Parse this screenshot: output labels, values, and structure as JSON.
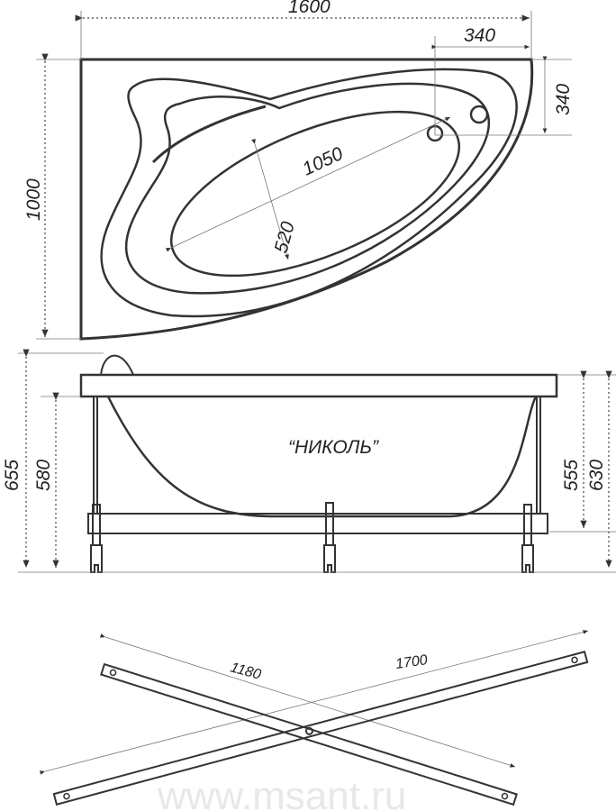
{
  "top_view": {
    "width": "1600",
    "drain_offset_x": "340",
    "drain_offset_y": "340",
    "depth": "1000",
    "inner_length": "1050",
    "inner_width": "520"
  },
  "side_view": {
    "model_name": "“НИКОЛЬ”",
    "total_height": "655",
    "rim_height": "580",
    "frame_height_inner": "555",
    "frame_height_outer": "630"
  },
  "frame_bars": {
    "short_bar": "1180",
    "long_bar": "1700"
  },
  "watermark": "www.msant.ru"
}
